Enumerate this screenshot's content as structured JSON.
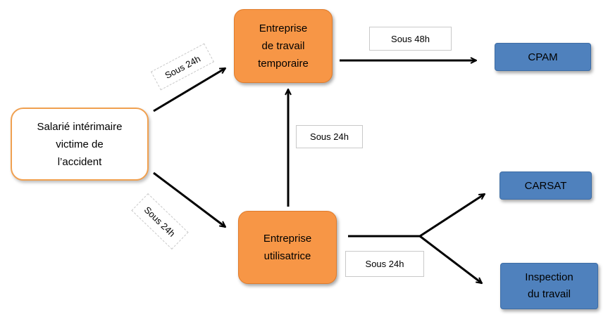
{
  "nodes": {
    "victim": "Salarié intérimaire\nvictime de\nl’accident",
    "temp_agency": "Entreprise\nde travail\ntemporaire",
    "user_company": "Entreprise\nutilisatrice",
    "cpam": "CPAM",
    "carsat": "CARSAT",
    "inspection": "Inspection\ndu travail"
  },
  "labels": {
    "victim_to_agency": "Sous 24h",
    "victim_to_user": "Sous 24h",
    "user_to_agency": "Sous 24h",
    "agency_to_cpam": "Sous 48h",
    "user_to_orgs": "Sous 24h"
  },
  "colors": {
    "orange_fill": "#f79646",
    "blue_fill": "#4f81bd",
    "victim_border": "#f0a050",
    "arrow": "#000000"
  }
}
